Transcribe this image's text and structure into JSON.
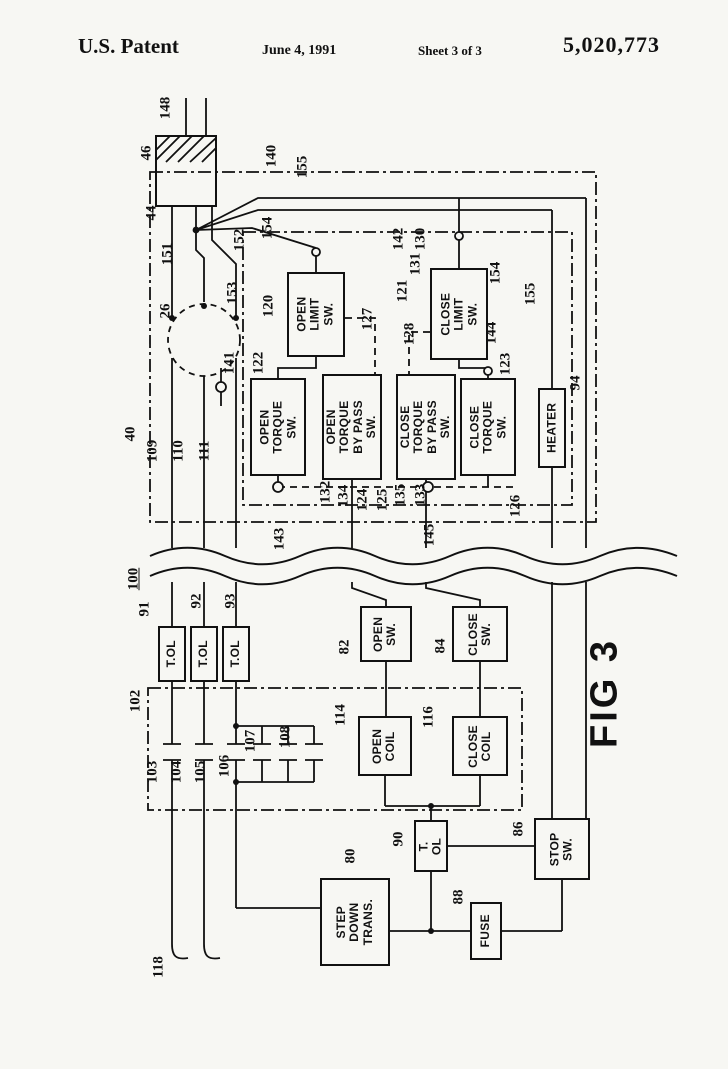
{
  "header": {
    "title": "U.S. Patent",
    "date": "June 4, 1991",
    "sheet": "Sheet 3 of 3",
    "patent_number": "5,020,773"
  },
  "figure_label": "FIG 3",
  "components": {
    "open_limit_sw": "OPEN\nLIMIT\nSW.",
    "close_limit_sw": "CLOSE\nLIMIT\nSW.",
    "open_torque_sw": "OPEN\nTORQUE\nSW.",
    "open_torque_bypass_sw": "OPEN\nTORQUE\nBY PASS SW.",
    "close_torque_bypass_sw": "CLOSE\nTORQUE\nBY PASS SW.",
    "close_torque_sw": "CLOSE\nTORQUE\nSW.",
    "heater": "HEATER",
    "tol_91": "T.OL",
    "tol_92": "T.OL",
    "tol_93": "T.OL",
    "open_sw": "OPEN\nSW.",
    "close_sw": "CLOSE\nSW.",
    "open_coil": "OPEN\nCOIL",
    "close_coil": "CLOSE\nCOIL",
    "tol_90": "T. OL",
    "stop_sw": "STOP\nSW.",
    "step_down_trans": "STEP\nDOWN\nTRANS.",
    "fuse": "FUSE"
  },
  "refs": {
    "r148": "148",
    "r46": "46",
    "r44": "44",
    "r140": "140",
    "r155a": "155",
    "r152": "152",
    "r154a": "154",
    "r142": "142",
    "r130": "130",
    "r151": "151",
    "r153": "153",
    "r120": "120",
    "r131": "131",
    "r121": "121",
    "r127": "127",
    "r128": "128",
    "r26": "26",
    "r141": "141",
    "r122": "122",
    "r154b": "154",
    "r155b": "155",
    "r144": "144",
    "r123": "123",
    "r94": "94",
    "r40": "40",
    "r109": "109",
    "r110": "110",
    "r111": "111",
    "r132": "132",
    "r134": "134",
    "r124": "124",
    "r125": "125",
    "r135": "135",
    "r133": "133",
    "r126": "126",
    "r143": "143",
    "r145": "145",
    "r100": "100",
    "r91": "91",
    "r92": "92",
    "r93": "93",
    "r82": "82",
    "r84": "84",
    "r102": "102",
    "r114": "114",
    "r116": "116",
    "r103": "103",
    "r104": "104",
    "r105": "105",
    "r106": "106",
    "r107": "107",
    "r108": "108",
    "r118": "118",
    "r80": "80",
    "r90": "90",
    "r86": "86",
    "r88": "88"
  }
}
